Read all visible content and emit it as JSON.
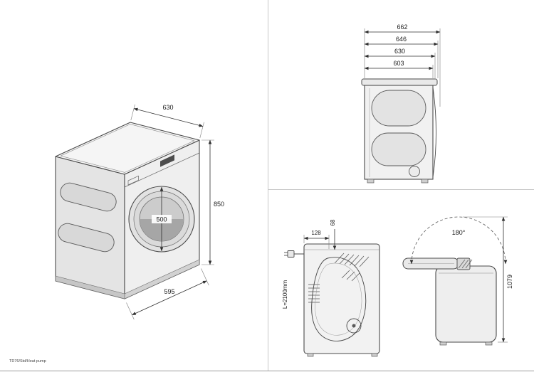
{
  "page": {
    "footer_label": "TD76/Std/Heat pump",
    "ink_color": "#3a3a3a",
    "background_color": "#ffffff"
  },
  "isometric_view": {
    "depth": "630",
    "height": "850",
    "door_diameter": "500",
    "width": "595"
  },
  "side_view": {
    "depth_overall": "662",
    "depth_with_handle": "646",
    "depth_with_door": "630",
    "depth_cabinet": "603"
  },
  "rear_view": {
    "offset_x": "128",
    "offset_y": "68",
    "cord_length": "L=2100mm"
  },
  "door_open_view": {
    "opening_angle": "180°",
    "open_height": "1079"
  }
}
